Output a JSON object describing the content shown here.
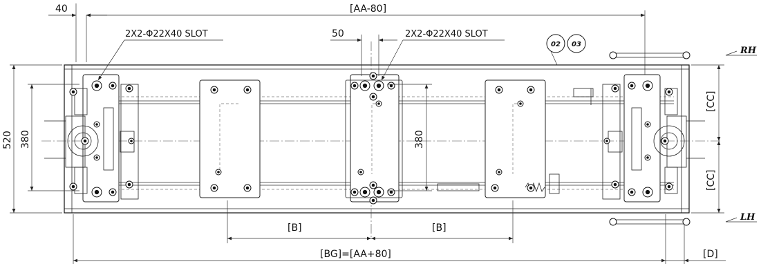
{
  "dimensions": {
    "top_left": "40",
    "top_overall": "[AA-80]",
    "slot_spacing": "50",
    "height_outer": "520",
    "height_inner": "380",
    "height_center": "380",
    "cc_upper": "[CC]",
    "cc_lower": "[CC]",
    "b_left": "[B]",
    "b_right": "[B]",
    "bottom_overall": "[BG]=[AA+80]",
    "d_right": "[D]"
  },
  "labels": {
    "slot_left": "2X2-Φ22X40 SLOT",
    "slot_center": "2X2-Φ22X40 SLOT",
    "rh": "RH",
    "lh": "LH"
  },
  "balloons": [
    "02",
    "03"
  ]
}
